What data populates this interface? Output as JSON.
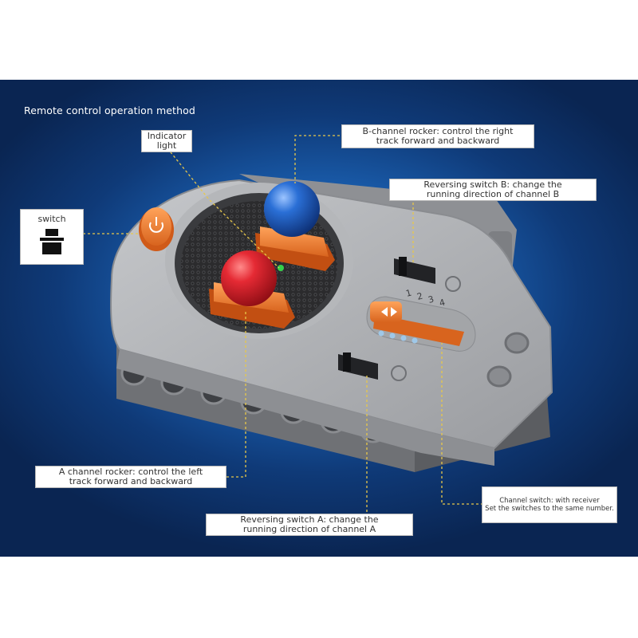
{
  "title": "Remote control operation method",
  "colors": {
    "background_center": "#2f86d8",
    "background_edge": "#0a2552",
    "body_gray": "#a9abae",
    "accent_orange": "#f08a3a",
    "rocker_red": "#d41f2a",
    "rocker_blue": "#1e63c8",
    "indicator_green": "#34d14a",
    "leader_line": "#e8c84a"
  },
  "callouts": {
    "indicator": {
      "line1": "Indicator",
      "line2": "light"
    },
    "b_rocker": {
      "line1": "B-channel rocker: control the right",
      "line2": "track forward and backward"
    },
    "reversing_b": {
      "line1": "Reversing switch B: change the",
      "line2": "running direction of channel B"
    },
    "power_switch": {
      "line1": "switch",
      "icon": "power-switch-icon"
    },
    "a_rocker": {
      "line1": "A channel rocker: control the left",
      "line2": "track forward and backward"
    },
    "reversing_a": {
      "line1": "Reversing switch A: change the",
      "line2": "running direction of channel A"
    },
    "channel_switch": {
      "line1": "Channel switch: with receiver",
      "line2": "Set the switches to the same number."
    }
  },
  "device": {
    "channel_numbers": [
      "1",
      "2",
      "3",
      "4"
    ],
    "icons": [
      "power-button-icon",
      "reverse-arrow-icon",
      "channel-selector-icon",
      "technic-hole-icon"
    ]
  }
}
